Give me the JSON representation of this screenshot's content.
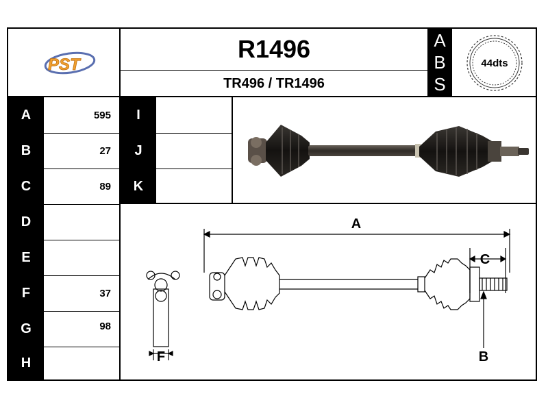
{
  "header": {
    "part_number": "R1496",
    "cross_refs": "TR496 / TR1496",
    "abs_letters": [
      "A",
      "B",
      "S"
    ],
    "abs_teeth": "44dts",
    "logo_text": "PST"
  },
  "dimensions": [
    {
      "label": "A",
      "value": "595"
    },
    {
      "label": "B",
      "value": "27"
    },
    {
      "label": "C",
      "value": "89"
    },
    {
      "label": "D",
      "value": ""
    },
    {
      "label": "E",
      "value": ""
    },
    {
      "label": "F",
      "value": "37"
    },
    {
      "label": "G",
      "value": "98"
    },
    {
      "label": "H",
      "value": ""
    }
  ],
  "extra_dims": [
    {
      "label": "I",
      "value": ""
    },
    {
      "label": "J",
      "value": ""
    },
    {
      "label": "K",
      "value": ""
    }
  ],
  "diagram_labels": {
    "a": "A",
    "b": "B",
    "c": "C",
    "f": "F"
  },
  "colors": {
    "logo_orange": "#f0a030",
    "logo_blue": "#5a6fb0",
    "shaft_dark": "#3a3530"
  }
}
